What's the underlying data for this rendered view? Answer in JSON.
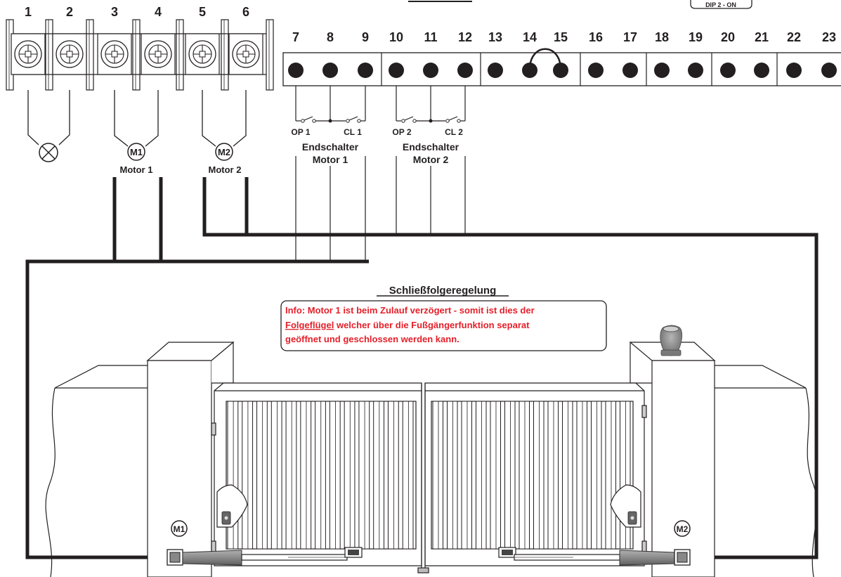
{
  "terminal_block_left": {
    "numbers": [
      "1",
      "2",
      "3",
      "4",
      "5",
      "6"
    ]
  },
  "terminal_block_right": {
    "numbers": [
      "7",
      "8",
      "9",
      "10",
      "11",
      "12",
      "13",
      "14",
      "15",
      "16",
      "17",
      "18",
      "19",
      "20",
      "21",
      "22",
      "23"
    ]
  },
  "top_label_fragment": "DIP 2 - ON",
  "motor1": {
    "symbol": "M1",
    "label": "Motor 1"
  },
  "motor2": {
    "symbol": "M2",
    "label": "Motor 2"
  },
  "limit_switch1": {
    "op": "OP 1",
    "cl": "CL 1",
    "label_line1": "Endschalter",
    "label_line2": "Motor 1"
  },
  "limit_switch2": {
    "op": "OP 2",
    "cl": "CL 2",
    "label_line1": "Endschalter",
    "label_line2": "Motor 2"
  },
  "title": "Schließfolgeregelung",
  "info": {
    "line1": "Info: Motor 1 ist beim Zulauf verzögert - somit ist dies der",
    "line2_underlined": "Folgeflügel",
    "line2_rest": " welcher über die Fußgängerfunktion separat",
    "line3": "geöffnet und geschlossen werden kann."
  },
  "gate_motor_left": "M1",
  "gate_motor_right": "M2",
  "colors": {
    "wire": "#231f20",
    "info_text": "#e4202a",
    "actuator": "#8a8a8a"
  }
}
